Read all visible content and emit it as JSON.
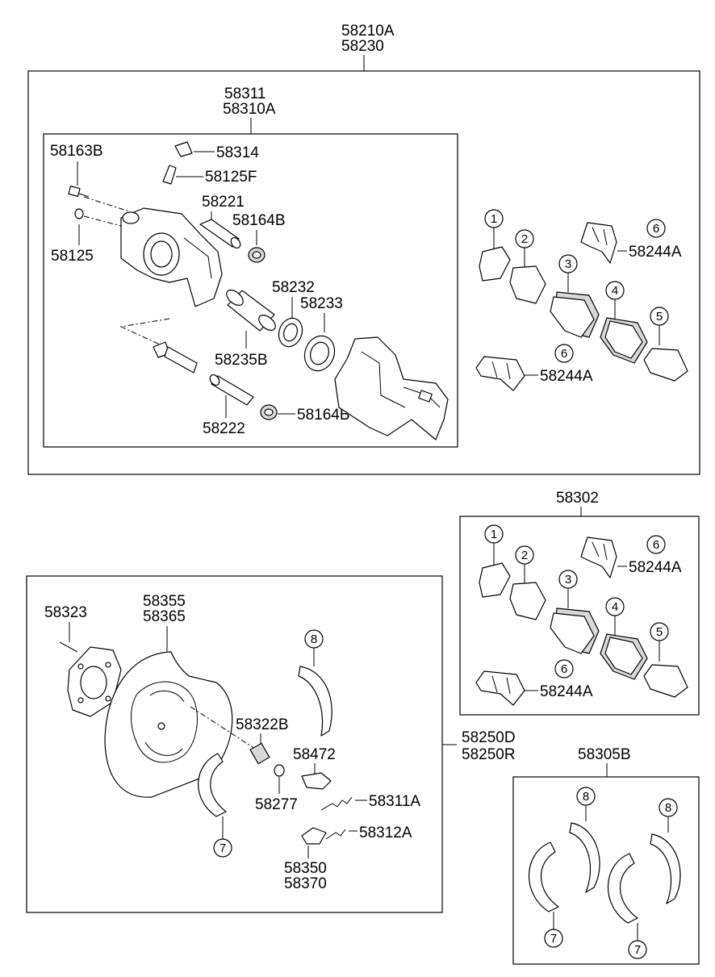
{
  "assembly": {
    "line1": "58210A",
    "line2": "58230"
  },
  "caliper_kit": {
    "line1": "58311",
    "line2": "58310A"
  },
  "caliper_parts": {
    "p58163B": "58163B",
    "p58314": "58314",
    "p58125F": "58125F",
    "p58221": "58221",
    "p58164B_top": "58164B",
    "p58125": "58125",
    "p58232": "58232",
    "p58233": "58233",
    "p58235B": "58235B",
    "p58222": "58222",
    "p58164B_bottom": "58164B"
  },
  "pad_set_top": {
    "callouts": [
      "1",
      "2",
      "3",
      "4",
      "5",
      "6",
      "6"
    ],
    "clip_upper": "58244A",
    "clip_lower": "58244A"
  },
  "pad_set_58302": {
    "title": "58302",
    "callouts": [
      "1",
      "2",
      "3",
      "4",
      "5",
      "6",
      "6"
    ],
    "clip_upper": "58244A",
    "clip_lower": "58244A"
  },
  "parking_brake": {
    "group_line1": "58250D",
    "group_line2": "58250R",
    "p58323": "58323",
    "p58355": "58355",
    "p58365": "58365",
    "callout_8": "8",
    "p58322B": "58322B",
    "p58472": "58472",
    "p58277": "58277",
    "p58311A": "58311A",
    "p58312A": "58312A",
    "p58350": "58350",
    "p58370": "58370",
    "callout_7": "7"
  },
  "shoe_kit": {
    "title": "58305B",
    "callout_8a": "8",
    "callout_8b": "8",
    "callout_7a": "7",
    "callout_7b": "7"
  }
}
